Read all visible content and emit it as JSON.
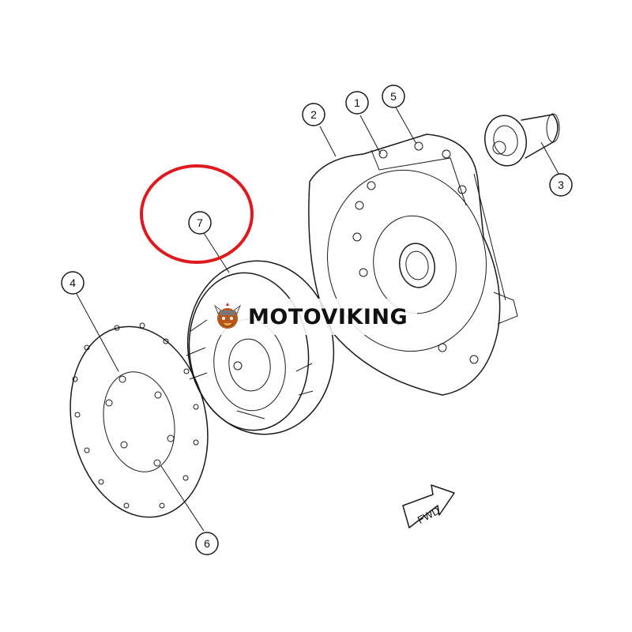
{
  "diagram": {
    "callouts": [
      {
        "id": "1",
        "label": "1"
      },
      {
        "id": "2",
        "label": "2"
      },
      {
        "id": "3",
        "label": "3"
      },
      {
        "id": "4",
        "label": "4"
      },
      {
        "id": "5",
        "label": "5"
      },
      {
        "id": "6",
        "label": "6"
      },
      {
        "id": "7",
        "label": "7"
      }
    ],
    "highlight_color": "#e0191f",
    "direction_arrow_label": "FWD"
  },
  "watermark": {
    "text": "MOTOVIKING"
  }
}
